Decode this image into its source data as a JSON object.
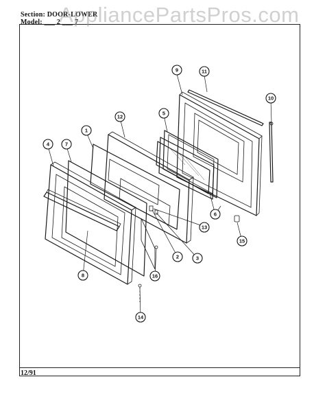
{
  "header": {
    "section_line": "Section: DOOR-LOWER",
    "model_line": "Model: ___ 2 ___ 7"
  },
  "watermark": "AppliancePartsPros.com",
  "footer": {
    "date_code": "12/91"
  },
  "callouts": [
    "1",
    "2",
    "3",
    "4",
    "5",
    "6",
    "7",
    "8",
    "9",
    "10",
    "11",
    "12",
    "13",
    "14",
    "15",
    "16"
  ]
}
